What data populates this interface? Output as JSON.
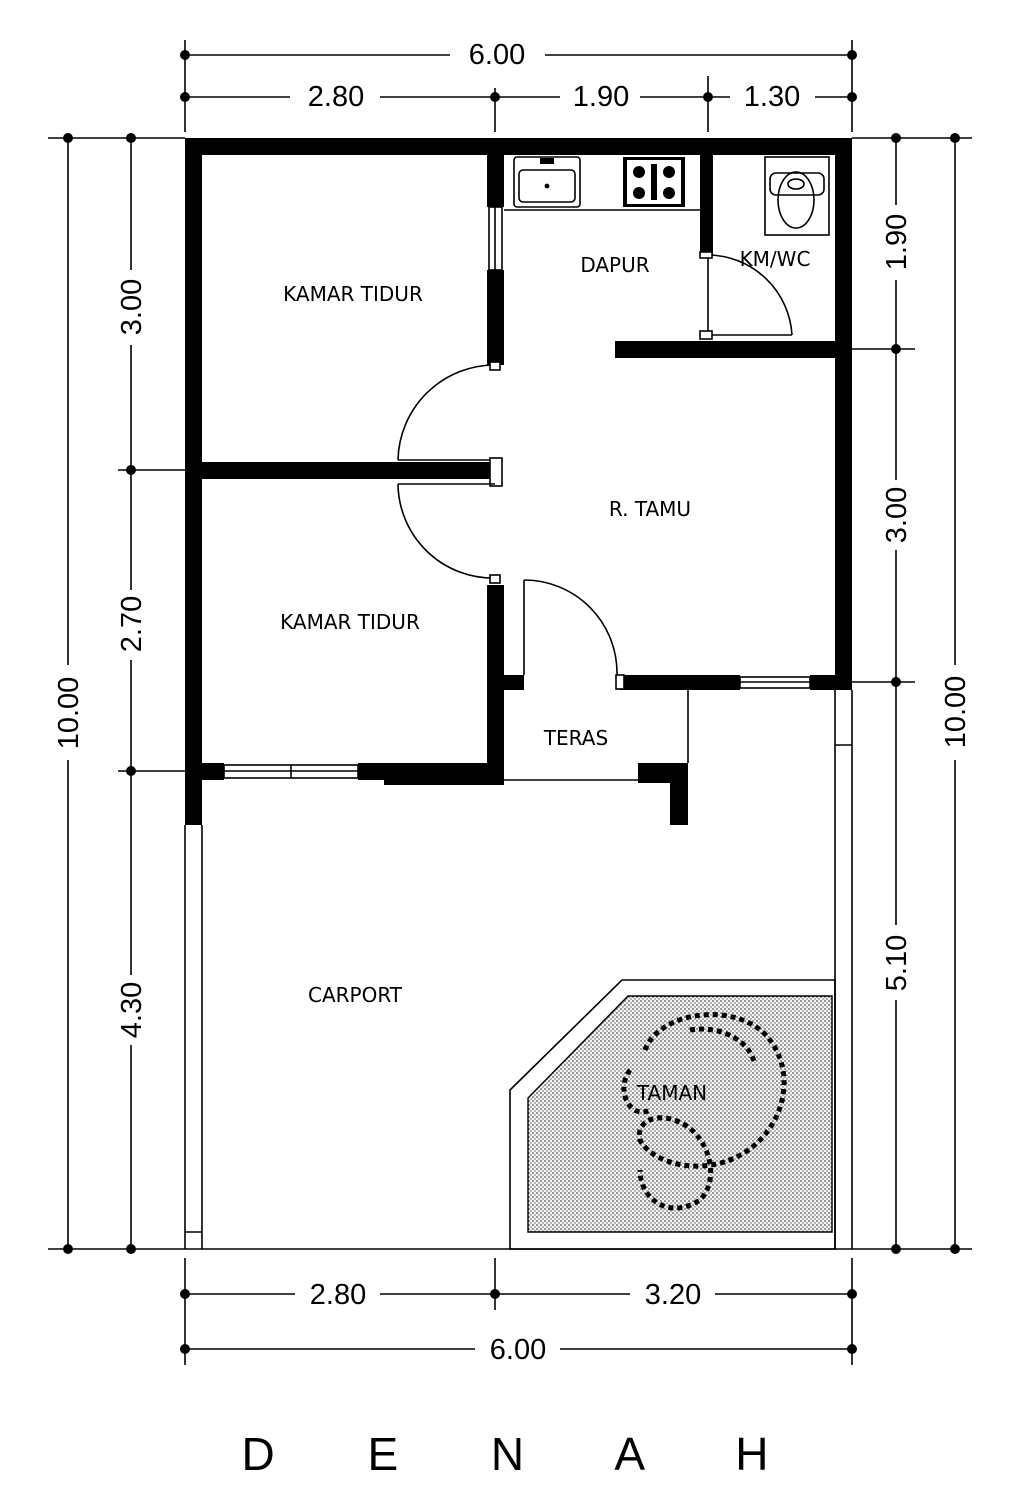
{
  "title": "D E N A H",
  "rooms": {
    "bedroom_top": "KAMAR TIDUR",
    "bedroom_bottom": "KAMAR TIDUR",
    "kitchen": "DAPUR",
    "bathroom": "KM/WC",
    "living": "R. TAMU",
    "terrace": "TERAS",
    "carport": "CARPORT",
    "garden": "TAMAN"
  },
  "dimensions": {
    "top_total": "6.00",
    "top_segments": [
      "2.80",
      "1.90",
      "1.30"
    ],
    "bottom_segments": [
      "2.80",
      "3.20"
    ],
    "bottom_total": "6.00",
    "left_total": "10.00",
    "left_segments": [
      "3.00",
      "2.70",
      "4.30"
    ],
    "right_segments": [
      "1.90",
      "3.00",
      "5.10"
    ],
    "right_total": "10.00"
  },
  "colors": {
    "wall": "#000000",
    "background": "#ffffff",
    "garden_hatch": "#bdbdbd"
  },
  "icons": {
    "sink": "kitchen-sink-icon",
    "stove": "stove-icon",
    "toilet": "toilet-icon",
    "garden": "garden-pattern-icon"
  }
}
